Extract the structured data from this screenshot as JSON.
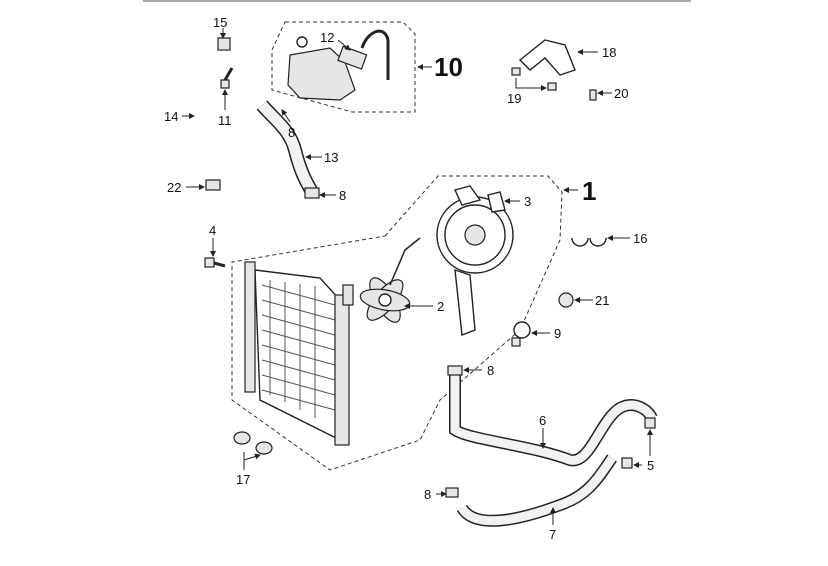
{
  "callouts": {
    "c15": "15",
    "c12": "12",
    "c10": "10",
    "c18": "18",
    "c19": "19",
    "c20": "20",
    "c14": "14",
    "c11": "11",
    "c8a": "8",
    "c13": "13",
    "c22": "22",
    "c8b": "8",
    "c1": "1",
    "c3": "3",
    "c16": "16",
    "c4": "4",
    "c2": "2",
    "c21": "21",
    "c9": "9",
    "c8c": "8",
    "c6": "6",
    "c5": "5",
    "c17": "17",
    "c8d": "8",
    "c7": "7"
  }
}
